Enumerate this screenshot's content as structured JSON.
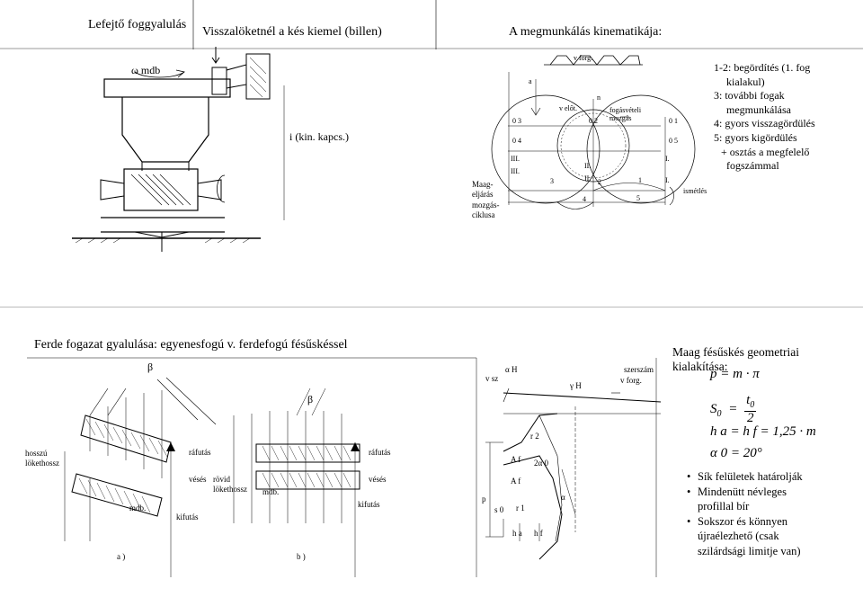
{
  "slide1": {
    "title_left": "Lefejtő foggyalulás",
    "title_mid": "Visszalöketnél a kés kiemel (billen)",
    "title_right": "A megmunkálás kinematikája:",
    "omega_label": "ω  mdb",
    "i_label": "i (kin. kapcs.)",
    "cycle_label": [
      "Maag-",
      "eljárás",
      "mozgás-",
      "ciklusa"
    ],
    "v_forg": "v forg.",
    "v_elot": "v előt.",
    "n_label": "n",
    "a_label": "a",
    "fogasveteli": [
      "fogásvételi",
      "mozgás"
    ],
    "points": {
      "o3": "0 3",
      "o4": "0 4",
      "o2": "0 2",
      "o1": "0 1",
      "o5": "0 5",
      "iii1": "III.",
      "iii2": "III.",
      "ii1": "II.",
      "ii2": "II.",
      "i1": "I.",
      "i2": "I.",
      "n3": "3",
      "n2": "2",
      "n4": "4",
      "n1": "1",
      "n5": "5"
    },
    "ismetles": "ismétlés",
    "steps": [
      "1-2: begördítés (1. fog",
      "kialakul)",
      "3: további fogak",
      "megmunkálása",
      "4: gyors visszagördülés",
      "5: gyors kigördülés",
      "+ osztás a megfelelő",
      "fogszámmal"
    ]
  },
  "slide2": {
    "title": "Ferde fogazat gyalulása: egyenesfogú v. ferdefogú fésűskéssel",
    "beta1": "β",
    "beta2": "β",
    "hosszu": [
      "hosszú",
      "lökethossz"
    ],
    "mdb1": "mdb.",
    "rafutas1": "ráfutás",
    "veses1": "vésés",
    "kifutas1": "kifutás",
    "rovid": [
      "rövid",
      "lökethossz"
    ],
    "mdb2": "mdb.",
    "rafutas2": "ráfutás",
    "veses2": "vésés",
    "kifutas2": "kifutás",
    "label_a": "a )",
    "label_b": "b )",
    "vsz": "v sz",
    "alpha_h": "α H",
    "gamma_h": "γ H",
    "szerszam": "szerszám",
    "v_forg": "v forg.",
    "r2": "r 2",
    "af1": "A f",
    "af2": "A f",
    "two_alpha": "2α 0",
    "r1": "r 1",
    "p": "p",
    "s0": "s 0",
    "ha": "h a",
    "hf": "h f",
    "alpha": "α",
    "geometry_title": [
      "Maag fésűskés geometriai",
      "kialakítása:"
    ],
    "formulas": {
      "f1": "p = m · π",
      "f2a": "S",
      "f2b": "0",
      "f2c": "=",
      "f2d": "t",
      "f2e": "0",
      "f2f": "2",
      "f3": "h a = h f = 1,25 · m",
      "f4": "α 0 = 20°"
    },
    "bullets": [
      "Sík felületek határolják",
      "Mindenütt névleges",
      "profillal bír",
      "Sokszor és könnyen",
      "újraélezhető (csak",
      "szilárdsági limitje van)"
    ]
  }
}
